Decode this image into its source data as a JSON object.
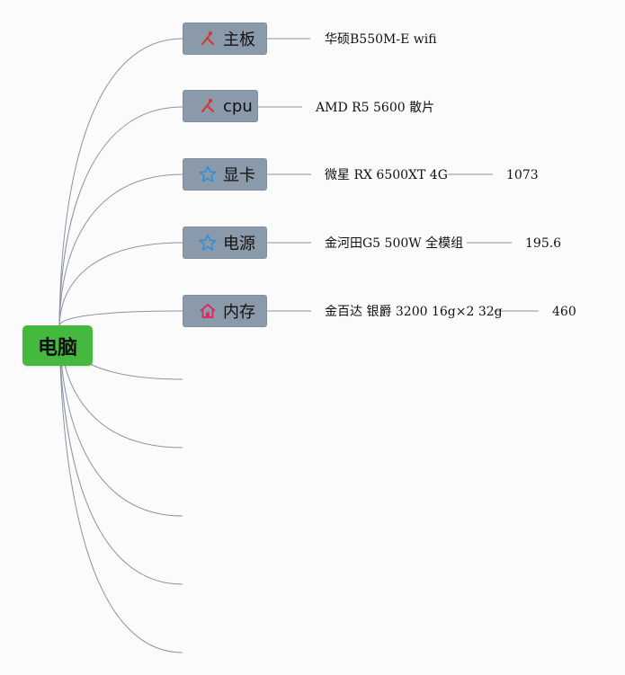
{
  "root": {
    "label": "电脑"
  },
  "branches": [
    {
      "label": "主板",
      "icon": "tools-icon",
      "detail": "华硕B550M-E wifi",
      "price": ""
    },
    {
      "label": "cpu",
      "icon": "tools-icon",
      "detail": "AMD R5 5600 散片",
      "price": ""
    },
    {
      "label": "显卡",
      "icon": "star-icon",
      "detail": "微星 RX 6500XT 4G",
      "price": "1073"
    },
    {
      "label": "电源",
      "icon": "star-icon",
      "detail": "金河田G5 500W 全模组",
      "price": "195.6"
    },
    {
      "label": "内存",
      "icon": "home-icon",
      "detail": "金百达 银爵 3200  16g×2 32g",
      "price": "460"
    }
  ],
  "colors": {
    "root_fill": "#45b93f",
    "node_fill": "#8a9aaa",
    "connector": "#8a93a3",
    "tools_icon": "#d9342b",
    "star_icon": "#2f8fd8",
    "home_icon": "#e0245e"
  }
}
